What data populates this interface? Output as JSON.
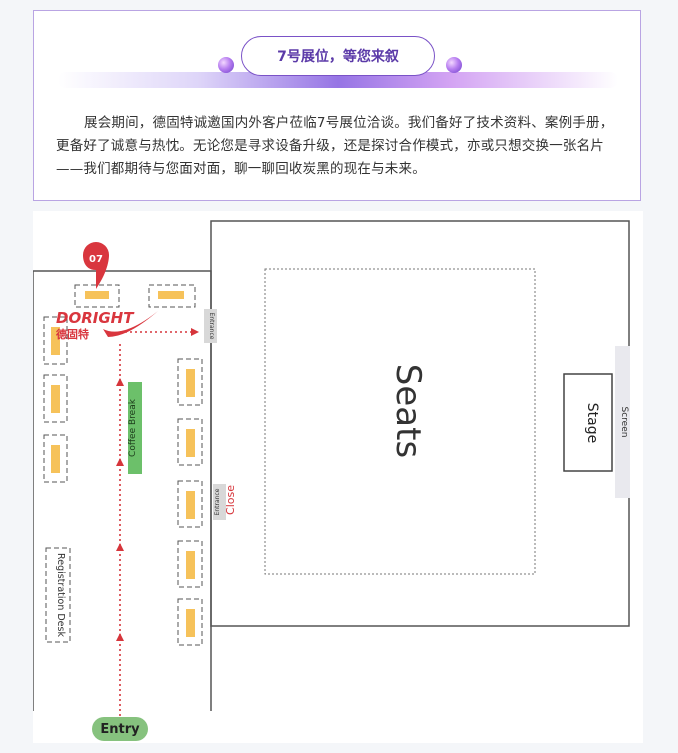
{
  "header": {
    "title": "7号展位，等您来叙"
  },
  "intro": {
    "text": "展会期间，德固特诚邀国内外客户莅临7号展位洽谈。我们备好了技术资料、案例手册，更备好了诚意与热忱。无论您是寻求设备升级，还是探讨合作模式，亦或只想交换一张名片——我们都期待与您面对面，聊一聊回收炭黑的现在与未来。"
  },
  "floor_plan": {
    "booth_number": "07",
    "brand_logo_text": "DORIGHT",
    "brand_logo_cn": "德固特",
    "labels": {
      "seats": "Seats",
      "stage": "Stage",
      "screen": "Screen",
      "entrance_top": "Entrance",
      "entrance_mid": "Entrance",
      "close": "Close",
      "coffee_break": "Coffee Break",
      "registration": "Registration Desk",
      "entry": "Entry"
    },
    "colors": {
      "booth": "#f6c25a",
      "route": "#d6353b",
      "coffee": "#6cc06a",
      "entry": "#86c27e",
      "marker": "#d9363e"
    }
  }
}
